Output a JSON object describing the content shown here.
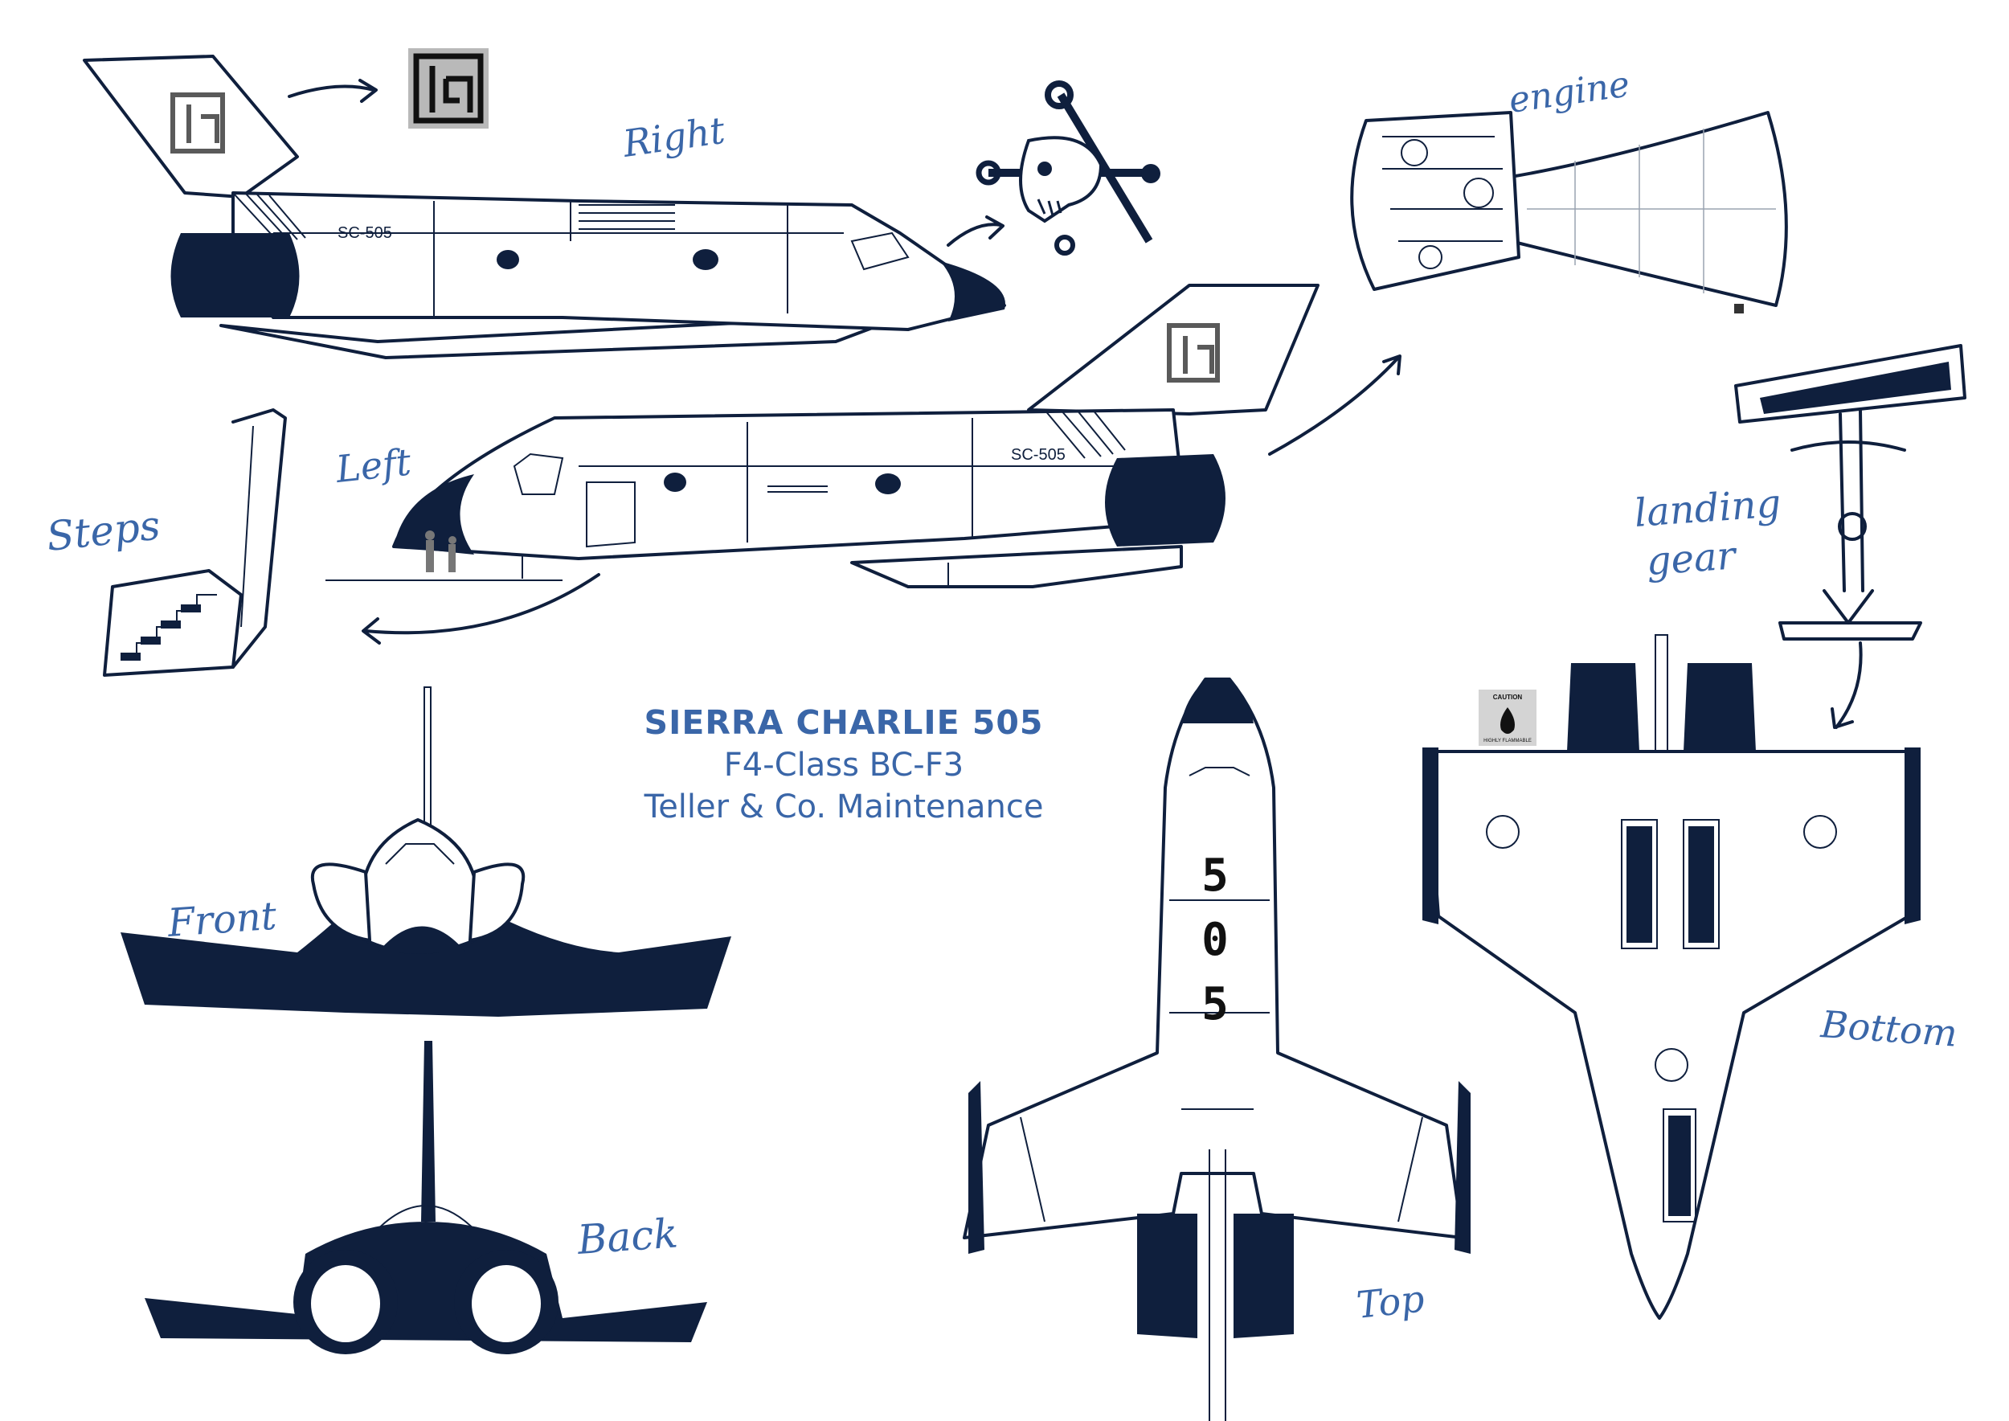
{
  "title": {
    "name": "SIERRA CHARLIE 505",
    "class": "F4-Class BC-F3",
    "owner": "Teller & Co. Maintenance"
  },
  "labels": {
    "right": "Right",
    "left": "Left",
    "steps": "Steps",
    "engine": "engine",
    "landing_gear_1": "landing",
    "landing_gear_2": "gear",
    "front": "Front",
    "back": "Back",
    "top": "Top",
    "bottom": "Bottom"
  },
  "markings": {
    "registration": "SC-505",
    "top_number": [
      "5",
      "0",
      "5"
    ],
    "caution_title": "CAUTION",
    "caution_text": "HIGHLY FLAMMABLE"
  },
  "colors": {
    "ink": "#0f1f3d",
    "label_blue": "#3a66a8",
    "logo_gray": "#5a5a5a",
    "logo_bg": "#b9b9b9"
  },
  "icons": [
    "company-logo-icon",
    "skull-wrench-icon",
    "flame-icon"
  ]
}
